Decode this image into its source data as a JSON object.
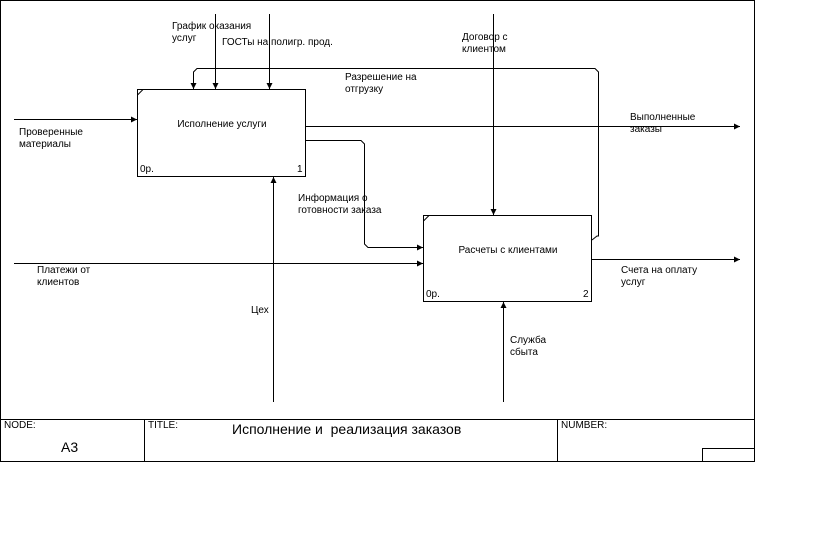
{
  "boxes": [
    {
      "title": "Исполнение услуги",
      "cost": "0р.",
      "number": "1"
    },
    {
      "title": "Расчеты с клиентами",
      "cost": "0р.",
      "number": "2"
    }
  ],
  "arrow_labels": {
    "schedule": "График оказания\nуслуг",
    "gost": "ГОСТы на полигр. прод.",
    "contract": "Договор с\nклиентом",
    "permission": "Разрешение на\nотгрузку",
    "checked_materials": "Проверенные\nматериалы",
    "completed_orders": "Выполненные\nзаказы",
    "order_readiness": "Информация о\nготовности заказа",
    "client_payments": "Платежи от\nклиентов",
    "invoices": "Счета на оплату\nуслуг",
    "workshop": "Цех",
    "sales_service": "Служба\nсбыта"
  },
  "footer": {
    "node_label": "NODE:",
    "node_value": "А3",
    "title_label": "TITLE:",
    "title_value": "Исполнение и  реализация заказов",
    "number_label": "NUMBER:"
  }
}
